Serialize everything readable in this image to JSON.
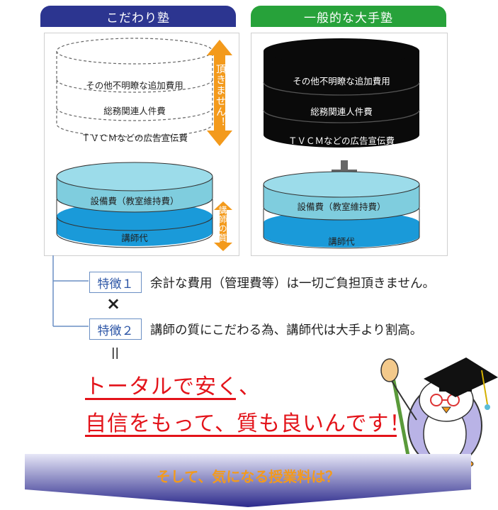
{
  "left_tab": {
    "label": "こだわり塾",
    "color": "#2c3590"
  },
  "right_tab": {
    "label": "一般的な大手塾",
    "color": "#27a23a"
  },
  "layers": {
    "other": "その他不明瞭な追加費用",
    "general": "総務関連人件費",
    "ad": "ＴＶＣＭなどの広告宣伝費",
    "facility": "設備費（教室維持費）",
    "instructor": "講師代"
  },
  "left_arrow_top": "頂きません！",
  "left_arrow_bottom": "講師の質",
  "features": [
    {
      "badge": "特徴１",
      "text": "余計な費用（管理費等）は一切ご負担頂きません。"
    },
    {
      "badge": "特徴２",
      "text": "講師の質にこだわる為、講師代は大手より割高。"
    }
  ],
  "times_symbol": "×",
  "equals_symbol": "＝",
  "headline": {
    "line1": "トータルで安く、",
    "line2": "自信をもって、質も良いんです！！",
    "color": "#e3131a"
  },
  "footer_banner": {
    "text": "そして、気になる授業料は？",
    "text_color": "#f39a1c"
  }
}
